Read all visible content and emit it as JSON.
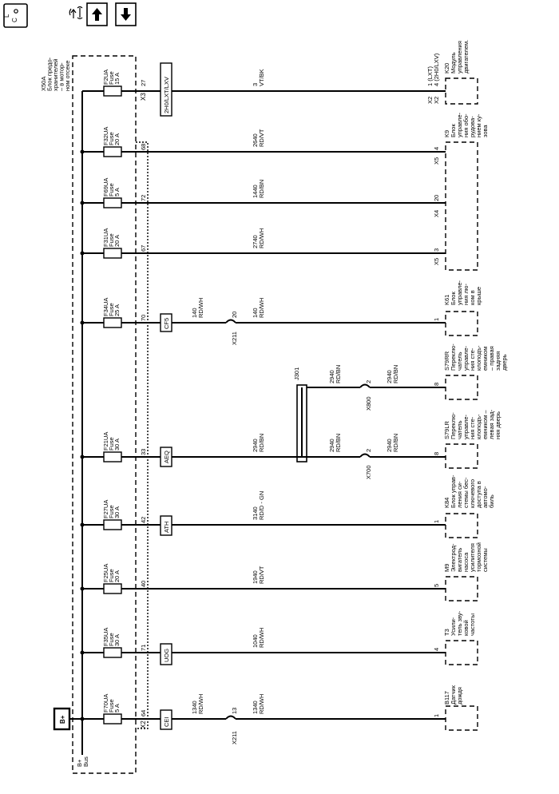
{
  "toolbar": {
    "loc_icon": "location-icon",
    "tool_icon": "diagnostic-tool-icon",
    "up_icon": "arrow-up-icon",
    "down_icon": "arrow-down-icon"
  },
  "fuse_block": {
    "title": "X50A Блок предо-хранителей – в мотор-ном отсеке",
    "title_lines": [
      "X50A",
      "Блок предо-",
      "хранителей",
      "– в мотор-",
      "ном отсеке"
    ],
    "bus_label": [
      "B+",
      "Bus"
    ],
    "bplus": "B+",
    "conn_x3": "X3",
    "conn_x2": "X2"
  },
  "circuits": [
    {
      "fuse": [
        "F2UA",
        "Fuse",
        "15 A"
      ],
      "pin": "27",
      "conn": "X3",
      "tag": "2H0/LXT/LXV",
      "wire": [
        "3",
        "VT/BK"
      ],
      "end_pins": [
        "1 (LXT)",
        "4 (2H0/LXV)"
      ],
      "end_conns": [
        "X2",
        "X2"
      ],
      "module": [
        "K20",
        "Модуль",
        "управления",
        "двигателем."
      ]
    },
    {
      "fuse": [
        "F32UA",
        "Fuse",
        "20 A"
      ],
      "pin": "68",
      "wire": [
        "2640",
        "RD/VT"
      ],
      "end_pins": [
        "4"
      ],
      "end_conns": [
        "X5"
      ],
      "module": [
        "K9",
        "Блок",
        "управле-",
        "ния обо-",
        "рудова-",
        "нием ку-",
        "зова"
      ]
    },
    {
      "fuse": [
        "F69UA",
        "Fuse",
        "5 A"
      ],
      "pin": "72",
      "wire": [
        "1440",
        "RD/BN"
      ],
      "end_pins": [
        "20"
      ],
      "end_conns": [
        "X4"
      ]
    },
    {
      "fuse": [
        "F31UA",
        "Fuse",
        "20 A"
      ],
      "pin": "67",
      "wire": [
        "2740",
        "RD/WH"
      ],
      "end_pins": [
        "3"
      ],
      "end_conns": [
        "X5"
      ]
    },
    {
      "fuse": [
        "F34UA",
        "Fuse",
        "25 A"
      ],
      "pin": "70",
      "tag": "CF5",
      "wire_a": [
        "140",
        "RD/WH"
      ],
      "inline": [
        "20",
        "X211"
      ],
      "wire": [
        "140",
        "RD/WH"
      ],
      "end_pins": [
        "1"
      ],
      "module": [
        "K61",
        "Блок",
        "управле-",
        "ния лю-",
        "ком в",
        "крыше"
      ]
    },
    {
      "splice": "J301",
      "wire_a": [
        "2940",
        "RD/BN"
      ],
      "inline": [
        "2",
        "X800"
      ],
      "wire": [
        "2940",
        "RD/BN"
      ],
      "end_pins": [
        "8"
      ],
      "module": [
        "S79RR",
        "Переклю-",
        "чатель",
        "управле-",
        "ния сте-",
        "клоподъ-",
        "емником",
        "– правая",
        "задняя",
        "дверь"
      ]
    },
    {
      "fuse": [
        "F21UA",
        "Fuse",
        "30 A"
      ],
      "pin": "33",
      "tag": "AEQ",
      "wire_a": [
        "2940",
        "RD/BN"
      ],
      "wire_b": [
        "2940",
        "RD/BN"
      ],
      "inline": [
        "2",
        "X700"
      ],
      "wire": [
        "2940",
        "RD/BN"
      ],
      "end_pins": [
        "8"
      ],
      "module": [
        "S79LR",
        "Переклю-",
        "чатель",
        "управле-",
        "ния сте-",
        "клоподъ-",
        "емником –",
        "левая зад-",
        "няя дверь"
      ]
    },
    {
      "fuse": [
        "F27UA",
        "Fuse",
        "30 A"
      ],
      "pin": "42",
      "tag": "ATH",
      "wire": [
        "3140",
        "RD/D - GN"
      ],
      "end_pins": [
        "1"
      ],
      "module": [
        "K84",
        "Блок управ-",
        "ления си-",
        "стемы бес-",
        "ключевого",
        "доступа в",
        "автомо-",
        "биль"
      ]
    },
    {
      "fuse": [
        "F25UA",
        "Fuse",
        "20 A"
      ],
      "pin": "40",
      "wire": [
        "1940",
        "RD/VT"
      ],
      "end_pins": [
        "5"
      ],
      "module": [
        "M9",
        "Электрод-",
        "вигатель",
        "насоса",
        "усилителя",
        "тормозной",
        "системы"
      ]
    },
    {
      "fuse": [
        "F35UA",
        "Fuse",
        "30 A"
      ],
      "pin": "71",
      "tag": "UOG",
      "wire": [
        "1040",
        "RD/WH"
      ],
      "end_pins": [
        "4"
      ],
      "module": [
        "T3",
        "Усили-",
        "тель зву-",
        "ковой",
        "частоты"
      ]
    },
    {
      "fuse": [
        "F70UA",
        "Fuse",
        "5 A"
      ],
      "pin": "64",
      "conn": "X2",
      "tag": "CEI",
      "wire_a": [
        "1340",
        "RD/WH"
      ],
      "inline": [
        "13",
        "X211"
      ],
      "wire": [
        "1340",
        "RD/WH"
      ],
      "end_pins": [
        "1"
      ],
      "module": [
        "B117",
        "Датчик",
        "дождя"
      ]
    }
  ]
}
